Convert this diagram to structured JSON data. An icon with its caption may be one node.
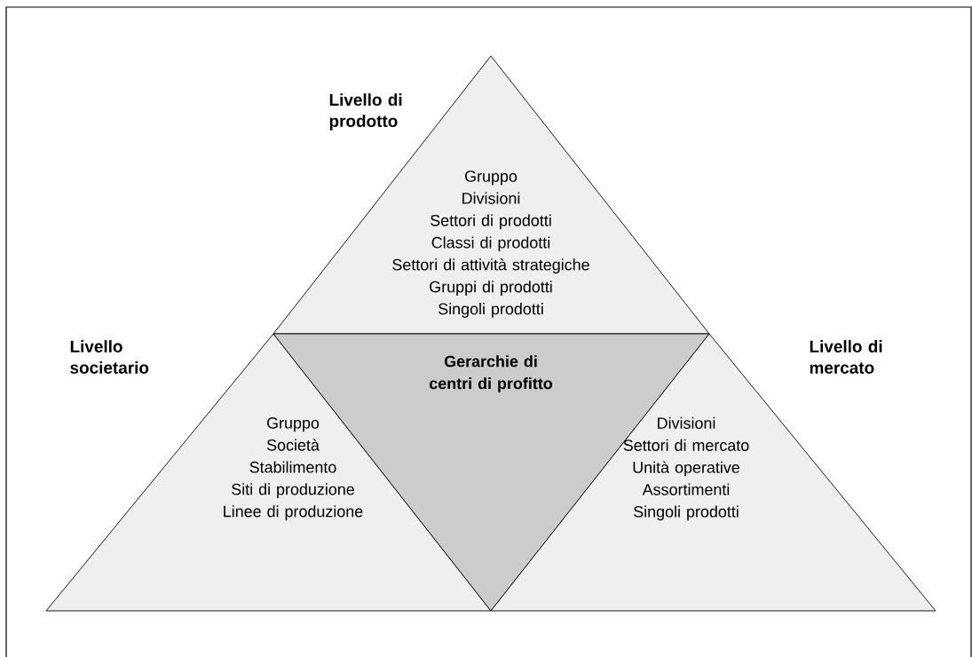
{
  "diagram": {
    "nodes": [
      {
        "text": [
          "Livello di prodotto",
          "Gruppo",
          "Divisioni",
          "Settori di prodotti",
          "Classi di prodotti",
          "Settori di attività strategiche",
          "Gruppi di prodotti",
          "Singoli prodotti"
        ]
      },
      {
        "text": [
          "Livello societario",
          "Gruppo",
          "Società",
          "Stabilimento",
          "Siti di produzione",
          "Linee di produzione"
        ]
      },
      {
        "text": [
          "Gerarchie di centri di profitto"
        ]
      },
      {
        "text": [
          "Livello di mercato",
          "Divisioni",
          "Settori di mercato",
          "Unità operative",
          "Assortimenti",
          "Singoli prodotti"
        ]
      }
    ]
  }
}
